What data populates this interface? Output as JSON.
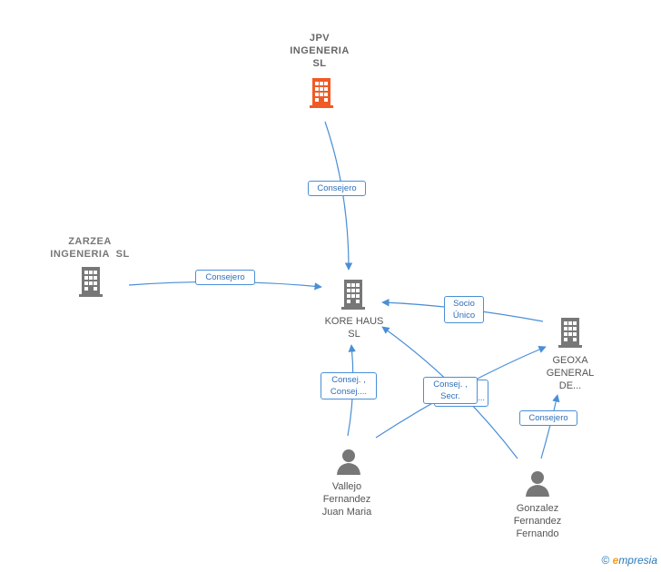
{
  "nodes": {
    "jpv": {
      "name_lines": [
        "JPV",
        "INGENERIA",
        "SL"
      ],
      "type": "company",
      "color": "#f15a24"
    },
    "zarzea": {
      "name_lines": [
        "ZARZEA",
        "INGENERIA  SL"
      ],
      "type": "company",
      "color": "#777777"
    },
    "kore": {
      "name_lines": [
        "KORE HAUS",
        "SL"
      ],
      "type": "company",
      "color": "#777777"
    },
    "geoxa": {
      "name_lines": [
        "GEOXA",
        "GENERAL",
        "DE..."
      ],
      "type": "company",
      "color": "#777777"
    },
    "vallejo": {
      "name_lines": [
        "Vallejo",
        "Fernandez",
        "Juan Maria"
      ],
      "type": "person",
      "color": "#777777"
    },
    "gonzalez": {
      "name_lines": [
        "Gonzalez",
        "Fernandez",
        "Fernando"
      ],
      "type": "person",
      "color": "#777777"
    }
  },
  "edges": [
    {
      "from": "jpv",
      "to": "kore",
      "label": [
        "Consejero"
      ]
    },
    {
      "from": "zarzea",
      "to": "kore",
      "label": [
        "Consejero"
      ]
    },
    {
      "from": "geoxa",
      "to": "kore",
      "label": [
        "Socio",
        "Único"
      ]
    },
    {
      "from": "vallejo",
      "to": "kore",
      "label": [
        "Consej. ,",
        "Consej...."
      ]
    },
    {
      "from": "gonzalez",
      "to": "kore",
      "label": [
        "Consej. ,",
        "Secr."
      ]
    },
    {
      "from": "vallejo",
      "to": "geoxa",
      "label": [
        "..."
      ]
    },
    {
      "from": "gonzalez",
      "to": "geoxa",
      "label": [
        "Consejero"
      ]
    }
  ],
  "footer": {
    "copyright": "©",
    "brand_initial": "e",
    "brand_rest": "mpresia"
  },
  "colors": {
    "edge": "#4a8fd6",
    "highlight": "#f15a24",
    "icon": "#777777"
  }
}
